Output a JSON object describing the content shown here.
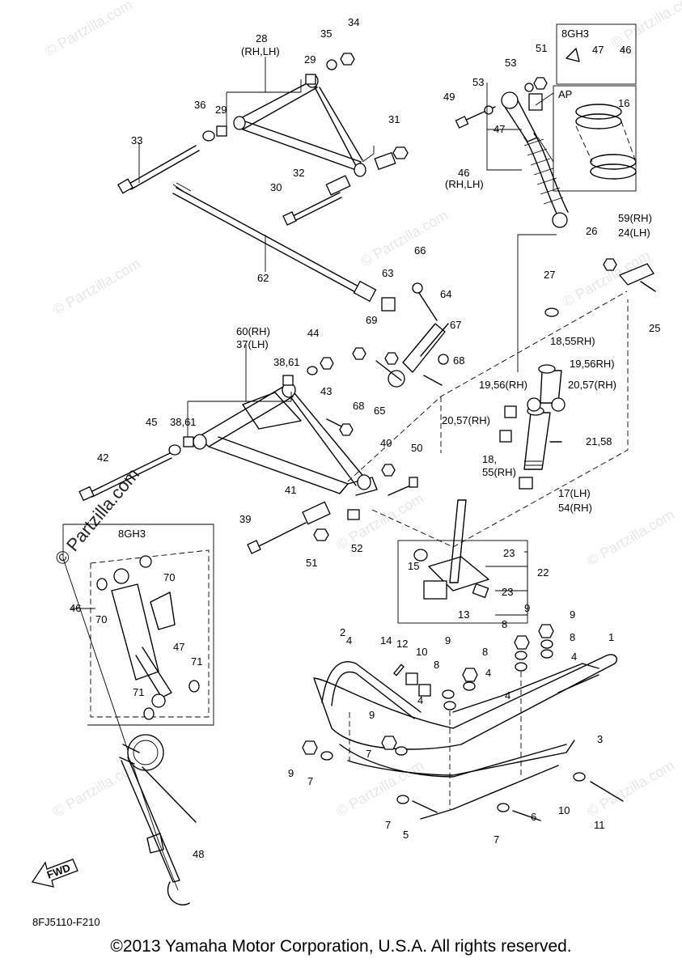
{
  "watermark": {
    "site": "© Partzilla.com",
    "site_prominent": "© Partzilla.com"
  },
  "diagram_code": "8FJ5110-F210",
  "fwd_label": "FWD",
  "copyright": "©2013 Yamaha Motor Corporation, U.S.A. All rights reserved.",
  "callouts": {
    "c1": "1",
    "c2": "2",
    "c3": "3",
    "c4a": "4",
    "c4b": "4",
    "c4c": "4",
    "c4d": "4",
    "c4e": "4",
    "c5": "5",
    "c6": "6",
    "c7a": "7",
    "c7b": "7",
    "c7c": "7",
    "c7d": "7",
    "c8a": "8",
    "c8b": "8",
    "c8c": "8",
    "c8d": "8",
    "c9a": "9",
    "c9b": "9",
    "c9c": "9",
    "c9d": "9",
    "c9e": "9",
    "c10a": "10",
    "c10b": "10",
    "c11": "11",
    "c12": "12",
    "c13": "13",
    "c14": "14",
    "c15": "15",
    "c16": "16",
    "c17": "17(LH)",
    "c54": "54(RH)",
    "c18a": "18,55RH)",
    "c18b": "18,",
    "c55b": "55(RH)",
    "c19a": "19,56RH)",
    "c19b": "19,56(RH)",
    "c20a": "20,57(RH)",
    "c20b": "20,57(RH)",
    "c21": "21,58",
    "c22": "22",
    "c23a": "23",
    "c23b": "23",
    "c59": "59(RH)",
    "c24": "24(LH)",
    "c25": "25",
    "c26": "26",
    "c27": "27",
    "c28": "28",
    "c28s": "(RH,LH)",
    "c29a": "29",
    "c29b": "29",
    "c30": "30",
    "c31": "31",
    "c32": "32",
    "c33": "33",
    "c34": "34",
    "c35": "35",
    "c36": "36",
    "c38a": "38,61",
    "c38b": "38,61",
    "c39": "39",
    "c40": "40",
    "c41": "41",
    "c42": "42",
    "c43": "43",
    "c44": "44",
    "c45": "45",
    "c46a": "46",
    "c46as": "(RH,LH)",
    "c46b": "46",
    "c46c": "46",
    "c47a": "47",
    "c47b": "47",
    "c47c": "47",
    "c48": "48",
    "c49": "49",
    "c50": "50",
    "c51a": "51",
    "c51b": "51",
    "c52": "52",
    "c53a": "53",
    "c53b": "53",
    "c60": "60(RH)",
    "c37": "37(LH)",
    "c62": "62",
    "c63": "63",
    "c64": "64",
    "c65": "65",
    "c66": "66",
    "c67": "67",
    "c68a": "68",
    "c68b": "68",
    "c69": "69",
    "c70a": "70",
    "c70b": "70",
    "c71a": "71",
    "c71b": "71",
    "box8gh3a": "8GH3",
    "box8gh3b": "8GH3",
    "boxap": "AP"
  }
}
